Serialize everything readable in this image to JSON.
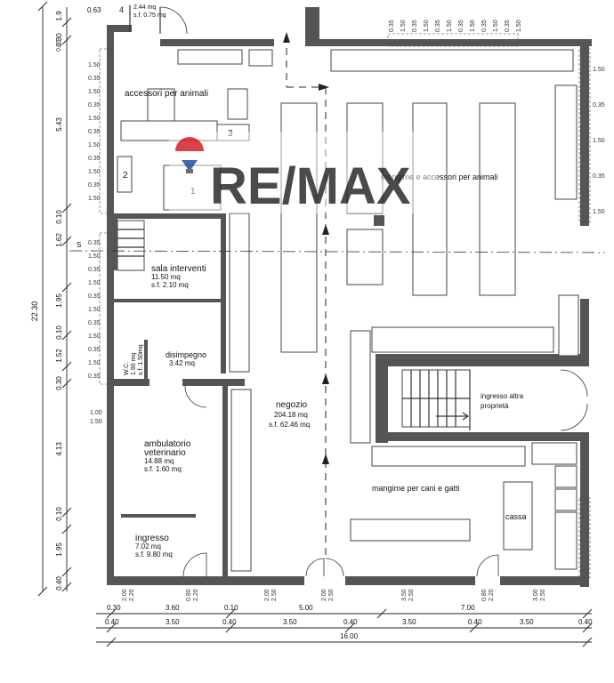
{
  "rooms": {
    "top_left_num": "4",
    "top_left_area": "2.44 mq",
    "top_left_sf": "s.f. 0.75 mq",
    "top_left_cut": "0.63",
    "accessori": "accessori per animali",
    "mangime_top": "mangime e accessori per animali",
    "sala_title": "sala interventi",
    "sala_area": "11.50 mq",
    "sala_sf": "s.f. 2.10 mq",
    "disimpegno_title": "disimpegno",
    "disimpegno_area": "3.42 mq",
    "wc_title": "W.C.",
    "wc_area": "1.90 mq",
    "wc_sf": "s.f. 1.50mq",
    "negozio_title": "negozio",
    "negozio_area": "204.18 mq",
    "negozio_sf": "s.f. 62.46 mq",
    "ambulatorio_title1": "ambulatorio",
    "ambulatorio_title2": "veterinario",
    "ambulatorio_area": "14.88 mq",
    "ambulatorio_sf": "s.f. 1.60 mq",
    "ingresso_title": "ingresso",
    "ingresso_area": "7.02 mq",
    "ingresso_sf": "s.f. 9.80 mq",
    "ingresso_altra1": "ingresso altra",
    "ingresso_altra2": "proprietà",
    "mangime_bottom": "mangime per cani e gatti",
    "cassa": "cassa",
    "num1": "1",
    "num2": "2",
    "num3": "3",
    "section_mark": "S"
  },
  "left_dims": {
    "total": "22.30",
    "d1": "1.9",
    "d2": "0.30",
    "d3": "5.43",
    "d4": "0.10",
    "d5": "1.62",
    "d6": "1.95",
    "d7": "0.10",
    "d8": "1.52",
    "d9": "0.30",
    "d10": "4.13",
    "d11": "0.10",
    "d12": "1.95",
    "d13": "0.40"
  },
  "window_labels": {
    "w015": "1.50",
    "w035": "0.35",
    "w100": "1.00",
    "w200": "2.00",
    "w220": "2.20",
    "w080": "0.80",
    "w250": "2.50",
    "w350": "3.50",
    "w300": "3.00"
  },
  "bottom_dims": {
    "r1": [
      "0.30",
      "3.60",
      "0.10",
      "5.00",
      "7.00"
    ],
    "r2": [
      "0.40",
      "3.50",
      "0.40",
      "3.50",
      "0.40",
      "3.50",
      "0.40",
      "3.50",
      "0.40"
    ],
    "total": "16.00"
  },
  "watermark": {
    "brand": "RE/MAX",
    "colors": {
      "red": "#d6202a",
      "blue": "#1f4fa0",
      "text": "#2b2b2b"
    }
  }
}
